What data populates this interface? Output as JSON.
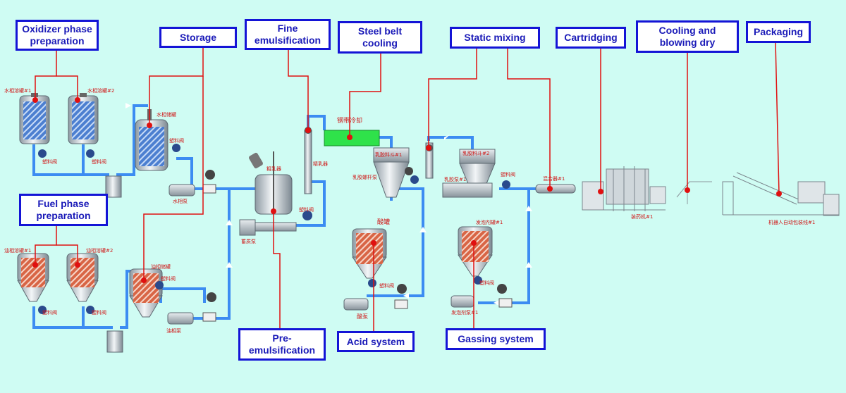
{
  "labels": {
    "oxidizer": "Oxidizer phase\npreparation",
    "storage": "Storage",
    "fine_emulsification": "Fine\nemulsification",
    "steel_belt": "Steel belt\ncooling",
    "static_mixing": "Static mixing",
    "cartridging": "Cartridging",
    "cooling_blowing": "Cooling and\nblowing dry",
    "packaging": "Packaging",
    "fuel": "Fuel phase\npreparation",
    "pre_emulsification": "Pre-\nemulsification",
    "acid_system": "Acid system",
    "gassing_system": "Gassing system"
  },
  "equipment_tags": {
    "tank1": "水相溶罐#1",
    "tank2": "水相溶罐#2",
    "storage_tank": "水相储罐",
    "valve1": "塑料阀",
    "valve2": "塑料阀",
    "valve3": "塑料阀",
    "pump_water": "水相泵",
    "belt_title": "钢带冷却",
    "pre_mixer": "粗乳器",
    "fine_mixer": "精乳器",
    "fuel_pump": "蓄质泵",
    "valve_pre": "塑料阀",
    "hopper1": "乳胶料斗#1",
    "screw_pump": "乳胶螺杆泵",
    "acid_tank": "酸罐",
    "acid_pump": "酸泵",
    "valve_acid": "塑料阀",
    "hopper2": "乳胶料斗#2",
    "emulsion_pump": "乳胶泵#1",
    "valve_hop": "塑料阀",
    "gas_tank": "发泡剂罐#1",
    "gas_pump": "发泡剂泵#1",
    "valve_gas": "塑料阀",
    "static_mixer": "混合器#1",
    "cartridge_machine": "装药机#1",
    "robot_pack": "机器人自动包装线#1",
    "fuel_tank1": "油相溶罐#1",
    "fuel_tank2": "油相溶罐#2",
    "fuel_storage": "油相储罐",
    "valve_f1": "塑料阀",
    "valve_f2": "塑料阀",
    "valve_f3": "塑料阀",
    "fuel_pump2": "油相泵"
  }
}
